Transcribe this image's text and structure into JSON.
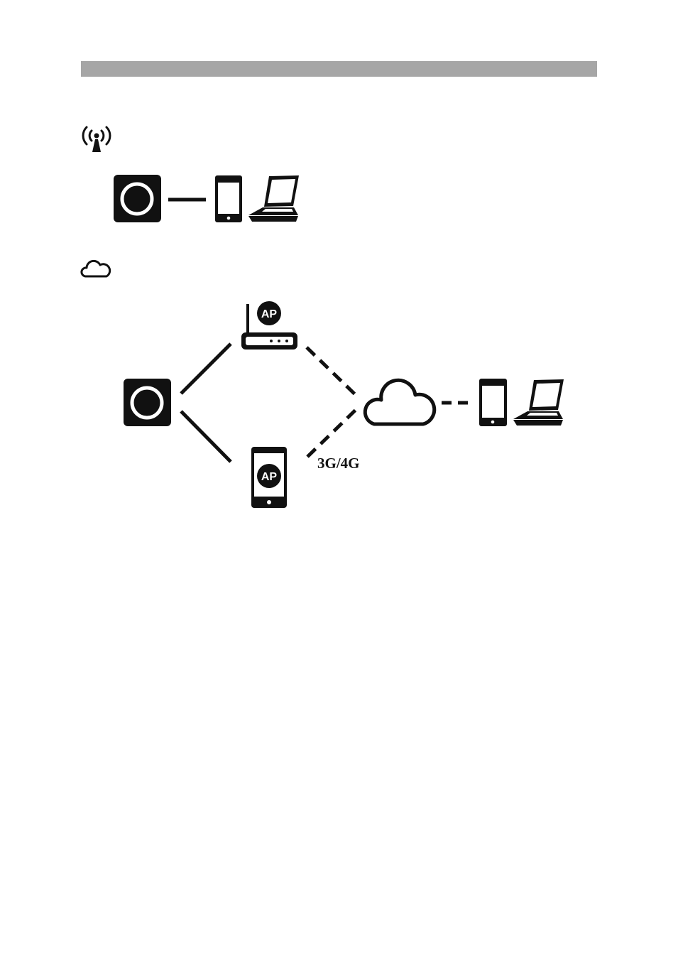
{
  "colors": {
    "header_bar": "#a6a6a6",
    "ink": "#111111",
    "paper": "#ffffff"
  },
  "sections": {
    "direct": {
      "icon": "wireless-signal-icon"
    },
    "cloud": {
      "icon": "cloud-outline-icon"
    }
  },
  "labels": {
    "router_ap": "AP",
    "phone_ap": "AP",
    "mobile_network": "3G/4G"
  }
}
